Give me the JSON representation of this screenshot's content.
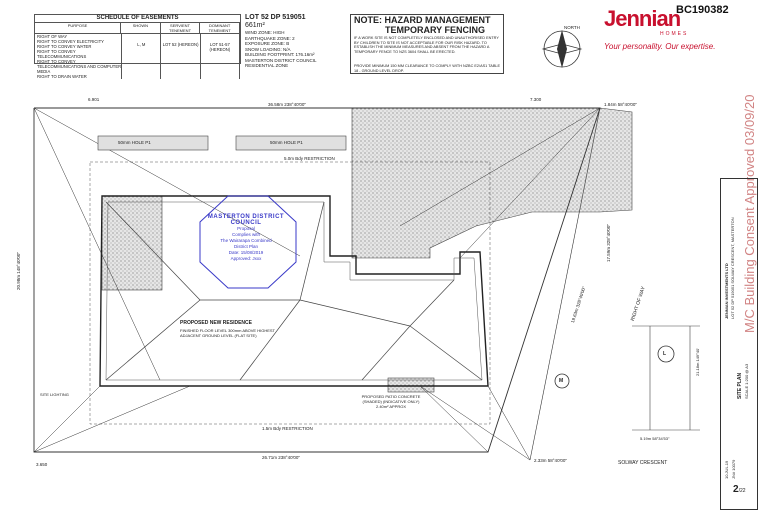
{
  "consent_id": "BC190382",
  "consent_stamp": "M/C Building Consent Approved 03/09/2019",
  "logo": {
    "name": "Jennian",
    "sub": "HOMES",
    "tagline": "Your personality. Our expertise."
  },
  "schedule": {
    "title": "SCHEDULE OF EASEMENTS",
    "columns": [
      "PURPOSE",
      "SHOWN",
      "SERVIENT TENEMENT",
      "DOMINANT TENEMENT"
    ],
    "purposes": [
      "RIGHT OF WAY",
      "RIGHT TO CONVEY ELECTRICITY",
      "RIGHT TO CONVEY WATER",
      "RIGHT TO CONVEY TELECOMMUNICATIONS",
      "RIGHT TO CONVEY",
      "TELECOMMUNICATIONS AND COMPUTER MEDIA",
      "RIGHT TO DRAIN WATER"
    ],
    "shown": "L, M",
    "servient": "LOT 52 (HEREON)",
    "dominant": "LOT 51-57 (HEREON)"
  },
  "lot": {
    "title": "LOT 52 DP 519051",
    "area": "661m²",
    "rows": [
      "WIND ZONE: HIGH",
      "EARTHQUAKE ZONE: 2",
      "EXPOSURE ZONE: B",
      "SNOW LOADING: N/A",
      "BUILDING FOOTPRINT: 176.16m²",
      "MASTERTON DISTRICT COUNCIL",
      "RESIDENTIAL ZONE"
    ]
  },
  "note": {
    "title": "NOTE: HAZARD MANAGEMENT",
    "subtitle": "TEMPORARY FENCING",
    "body": "IF A WORK SITE IS NOT COMPLETELY ENCLOSED AND UNAUTHORISED ENTRY BY CHILDREN TO SITE IS NOT ACCEPTABLE FOR OUR RISK HAZARD. TO ESTABLISH THE MINIMUM MEASURES AND ABSENT FROM THE HAZARD A TEMPORARY FENCE TO NZS 3604 SHALL BE ERECTED.",
    "body2": "PROVIDE MINIMUM 150 MM CLEARANCE TO COMPLY WITH NZBC E2/AS1 TABLE 18 - GROUND LEVEL DROP."
  },
  "council": {
    "name": "MASTERTON DISTRICT COUNCIL",
    "l1": "Proposal",
    "l2": "Complies with",
    "l3": "The Wairarapa Combined",
    "l4": "District Plan",
    "date": "Date: 15/08/2019",
    "approved": "Approved: Jxxx"
  },
  "plan": {
    "soak1": "50mm HOLE P1",
    "soak2": "50mm HOLE P1",
    "restriction_top": "5.0m Bdy RESTRICTION",
    "restriction_bottom": "1.5m Bdy RESTRICTION",
    "dim_top": "36.58m 238°40'00\"",
    "dim_bottom": "26.71m 238°40'00\"",
    "dim_top_left": "6.901",
    "dim_top_right": "7.300",
    "dim_bl": "3.650",
    "dim_br": "2.33m 58°40'00\"",
    "dim_tr": "1.84m 58°40'00\"",
    "dim_left": "20.98m 148°40'00\"",
    "dim_right": "17.59m 328°40'00\"",
    "dim_right2": "19.63m 328°40'00\"",
    "residence": "PROPOSED NEW RESIDENCE",
    "floor": "FINISHED FLOOR LEVEL 300mm ABOVE HIGHEST ADJACENT GROUND LEVEL (FLAT SITE)",
    "patio": "PROPOSED PATIO CONCRETE (SHADED) (INDICATIVE ONLY) 2.40m² APPROX",
    "row": "RIGHT OF WAY",
    "street": "SOLWAY CRESCENT",
    "label_L": "L",
    "label_M": "M",
    "dim_l1": "21.18m 149°40'",
    "dim_l2": "5.19m 58°34'53\"",
    "left_lbl": "SITE LIGHTING",
    "north": "NORTH"
  },
  "titleblock": {
    "client": "JENNIAN INVESTMENTS LTD",
    "address": "LOT 52 DP 519051 SOLWAY CRESCENT, MASTERTON",
    "sheet": "SITE PLAN",
    "scale": "SCALE 1:200 @ A3",
    "date": "10.JUL.19",
    "job": "JN# 10079",
    "page": "2",
    "page_of": "22"
  }
}
